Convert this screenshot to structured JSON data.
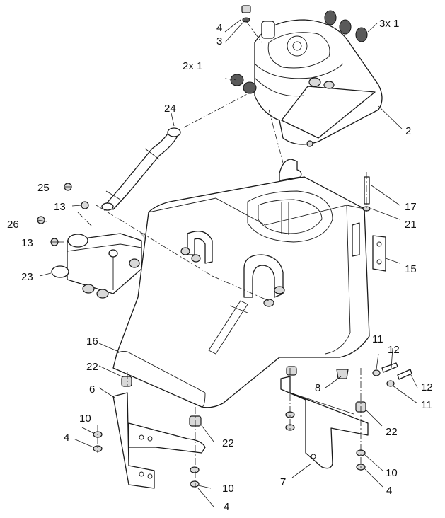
{
  "callouts": {
    "c_4_top": "4",
    "c_3": "3",
    "c_3x1": "3x 1",
    "c_2x1": "2x  1",
    "c_24": "24",
    "c_2": "2",
    "c_25": "25",
    "c_13_upper": "13",
    "c_26": "26",
    "c_13_lower": "13",
    "c_23": "23",
    "c_17": "17",
    "c_21": "21",
    "c_15": "15",
    "c_16": "16",
    "c_11_upper": "11",
    "c_12_upper": "12",
    "c_22_left": "22",
    "c_6": "6",
    "c_8": "8",
    "c_12_lower": "12",
    "c_11_lower": "11",
    "c_10_left": "10",
    "c_4_left": "4",
    "c_22_mid": "22",
    "c_22_right": "22",
    "c_10_right": "10",
    "c_7": "7",
    "c_10_bottom": "10",
    "c_4_right": "4",
    "c_4_bottom": "4"
  }
}
